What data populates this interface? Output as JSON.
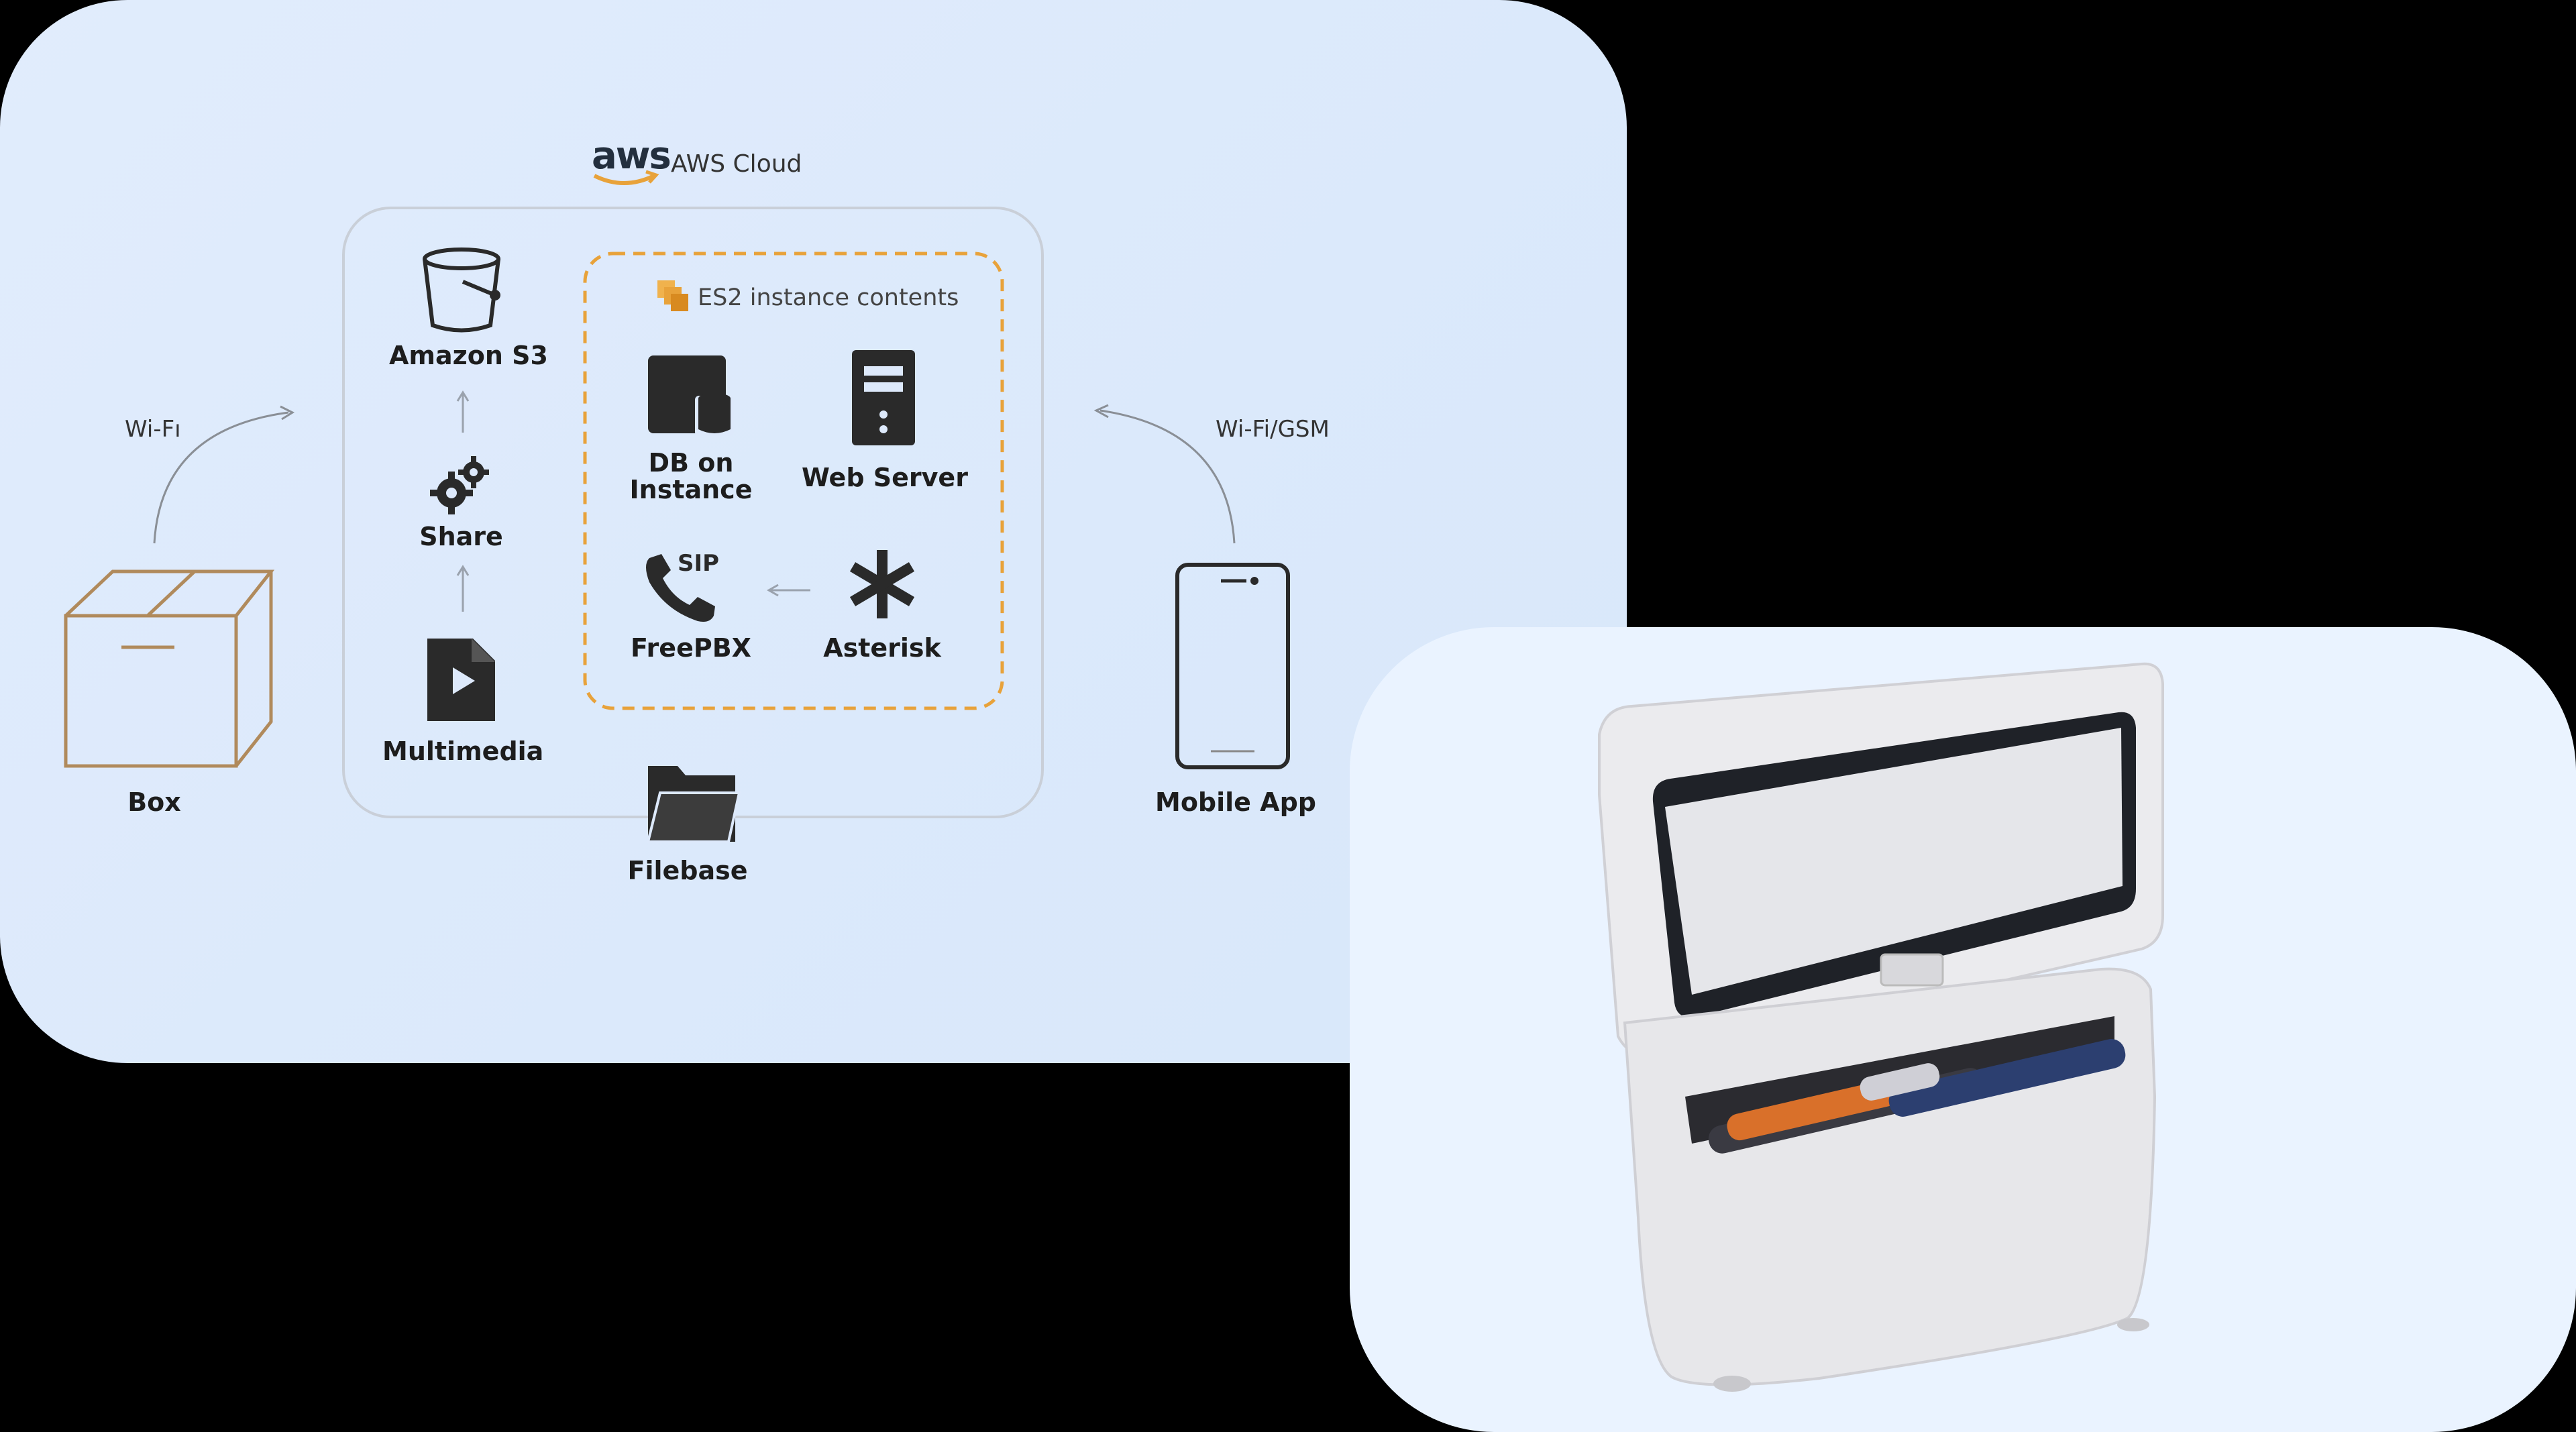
{
  "aws": {
    "logo_text": "aws",
    "title": "AWS Cloud"
  },
  "ec2": {
    "title": "ES2 instance contents"
  },
  "nodes": {
    "s3": "Amazon S3",
    "share": "Share",
    "multimedia": "Multimedia",
    "db": "DB on\nInstance",
    "web_server": "Web Server",
    "freepbx": "FreePBX",
    "asterisk": "Asterisk",
    "filebase": "Filebase",
    "box": "Box",
    "mobile_app": "Mobile App",
    "sip": "SIP"
  },
  "links": {
    "wifi": "Wi-Fı",
    "wifi_gsm": "Wi-Fi/GSM"
  },
  "colors": {
    "aws_orange": "#e8a23a",
    "icon_dark": "#2a2a2a",
    "box_tan": "#b08a5c"
  }
}
